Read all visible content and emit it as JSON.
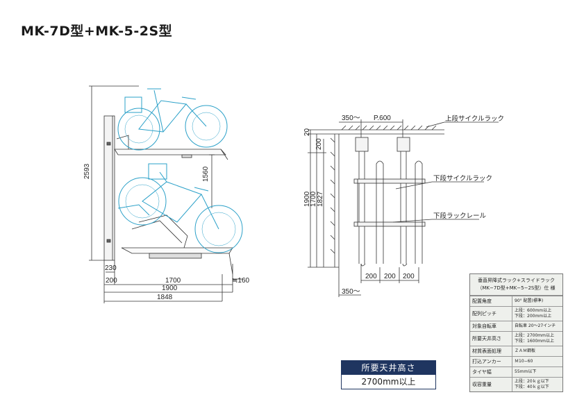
{
  "title": "MK-7D型+MK-5-2S型",
  "side_view": {
    "dims": {
      "total_height": "2593",
      "lower_height": "1560",
      "base_offset": "230",
      "left_gap": "200",
      "length_1700": "1700",
      "length_1900": "1900",
      "length_1848": "1848",
      "right_gap": "≒160"
    }
  },
  "front_view": {
    "dims": {
      "wall_top": "350〜",
      "pitch": "P.600",
      "ceiling_gap": "20",
      "upper_200": "200",
      "h1900": "1900",
      "h1700": "1700",
      "h1827": "1827",
      "bottom_200_a": "200",
      "bottom_200_b": "200",
      "bottom_200_c": "200",
      "wall_bottom": "350〜"
    },
    "labels": {
      "upper_rack": "上段サイクルラック",
      "lower_rack": "下段サイクルラック",
      "lower_rail": "下段ラックレール"
    }
  },
  "spec_table": {
    "header_line1": "垂直昇降式ラック+スライドラック",
    "header_line2": "（MK−7D型+MK−5−2S型）仕 様",
    "rows": [
      {
        "key": "配置角度",
        "value": "90° 配置(標準)"
      },
      {
        "key": "配列ピッチ",
        "value": "上段：600mm以上\n下段：200mm以上"
      },
      {
        "key": "対象自転車",
        "value": "自転車 20〜27インチ"
      },
      {
        "key": "所要天井高さ",
        "value": "上段：2700mm以上\n下段：1600mm以上"
      },
      {
        "key": "材質表面処理",
        "value": "ＺＡＭ鋼板"
      },
      {
        "key": "打込アンカー",
        "value": "Ｍ10−60"
      },
      {
        "key": "タイヤ幅",
        "value": "55mm以下"
      },
      {
        "key": "収容重量",
        "value": "上段：20ｋｇ以下\n下段：40ｋｇ以下"
      }
    ]
  },
  "ceiling_box": {
    "header": "所要天井高さ",
    "value": "2700mm以上"
  },
  "colors": {
    "bike": "#2aa0c8",
    "navy": "#1f3560",
    "line": "#333333"
  }
}
